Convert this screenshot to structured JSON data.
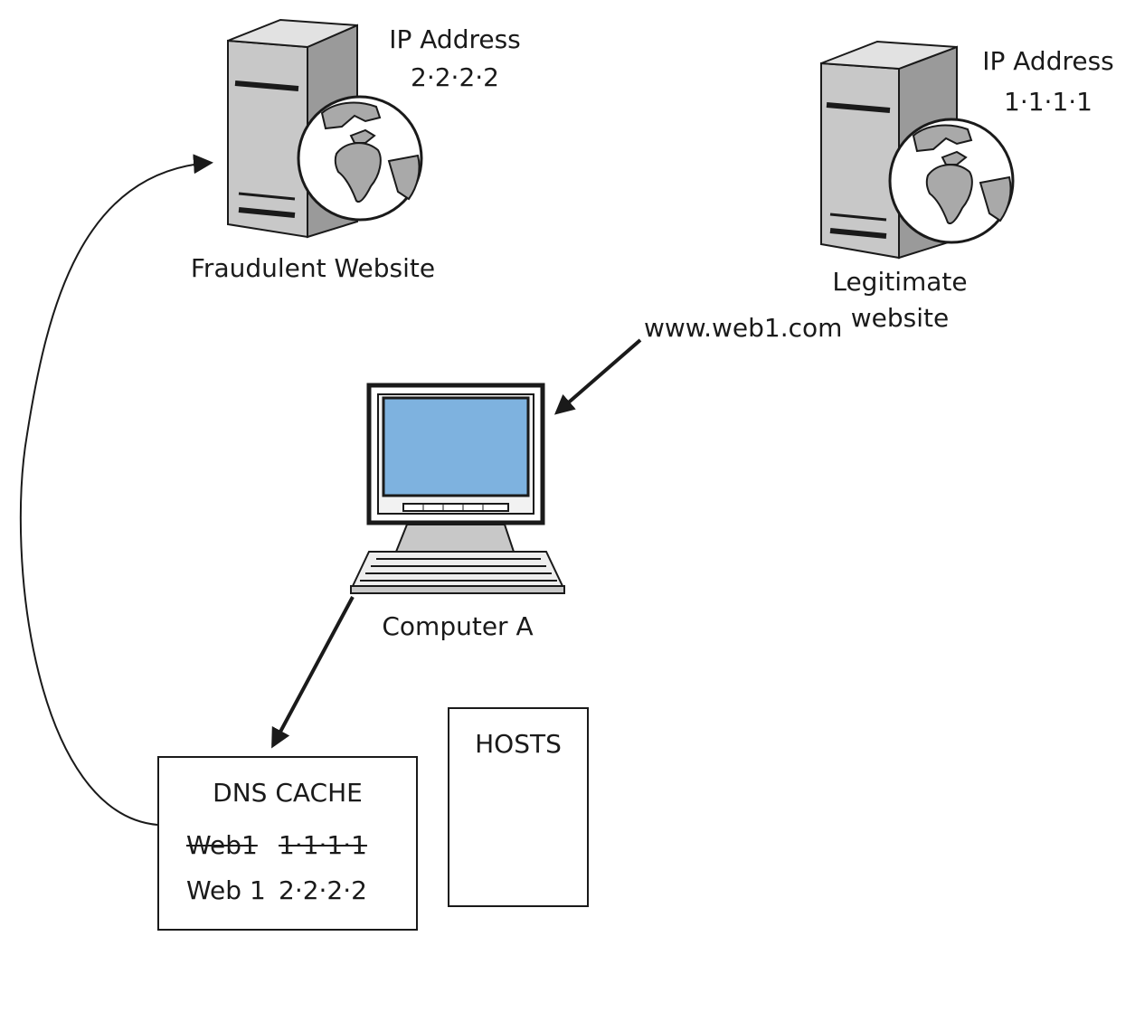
{
  "fraudulent_server": {
    "label": "Fraudulent Website",
    "ip_title": "IP Address",
    "ip_value": "2·2·2·2"
  },
  "legitimate_server": {
    "label_line1": "Legitimate",
    "label_line2": "website",
    "ip_title": "IP Address",
    "ip_value": "1·1·1·1"
  },
  "request_label": "www.web1.com",
  "computer": {
    "label": "Computer A"
  },
  "dns_cache": {
    "title": "DNS CACHE",
    "entries": [
      {
        "name": "Web1",
        "ip": "1·1·1·1",
        "struck": true
      },
      {
        "name": "Web 1",
        "ip": "2·2·2·2",
        "struck": false
      }
    ]
  },
  "hosts": {
    "title": "HOSTS"
  },
  "colors": {
    "line": "#1a1a1a",
    "server_face": "#c8c8c8",
    "server_side": "#9a9a9a",
    "server_top": "#e2e2e2",
    "globe_land": "#a9a9a9",
    "screen": "#7eb2df"
  }
}
